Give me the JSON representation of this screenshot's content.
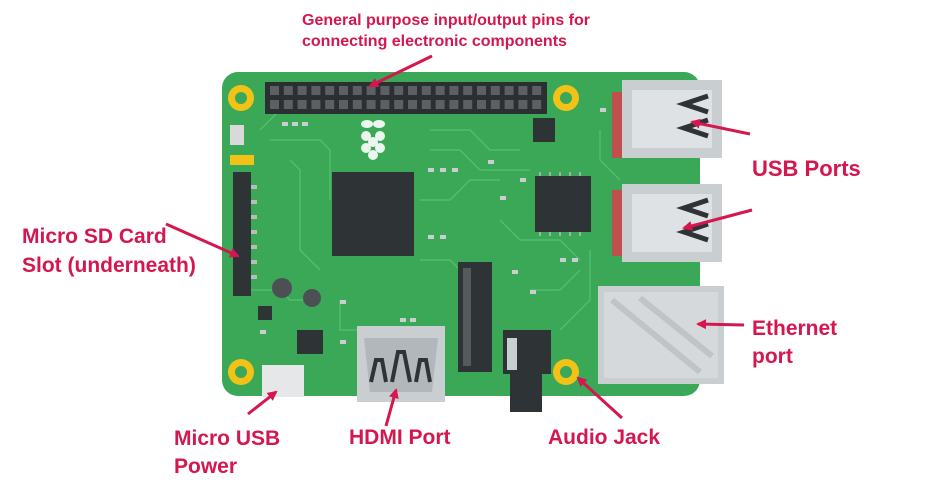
{
  "labels": {
    "gpio": [
      "General purpose input/output pins for",
      "connecting electronic components"
    ],
    "sd": [
      "Micro SD Card",
      "Slot (underneath)"
    ],
    "usb": "USB Ports",
    "ethernet": [
      "Ethernet",
      "port"
    ],
    "micro_usb": [
      "Micro USB",
      "Power"
    ],
    "hdmi": "HDMI Port",
    "audio": "Audio Jack"
  },
  "colors": {
    "label": "#d4174f",
    "board": "#3aa857",
    "board_dark": "#2c8c45",
    "trace": "#56c06d",
    "chip": "#2e3436",
    "mount_hole": "#f2c316",
    "metal": "#c9ced1",
    "metal_dark": "#9aa1a5",
    "header": "#3c4043",
    "port_base": "#c0504d"
  },
  "icons": [
    "raspberry-logo-icon"
  ]
}
